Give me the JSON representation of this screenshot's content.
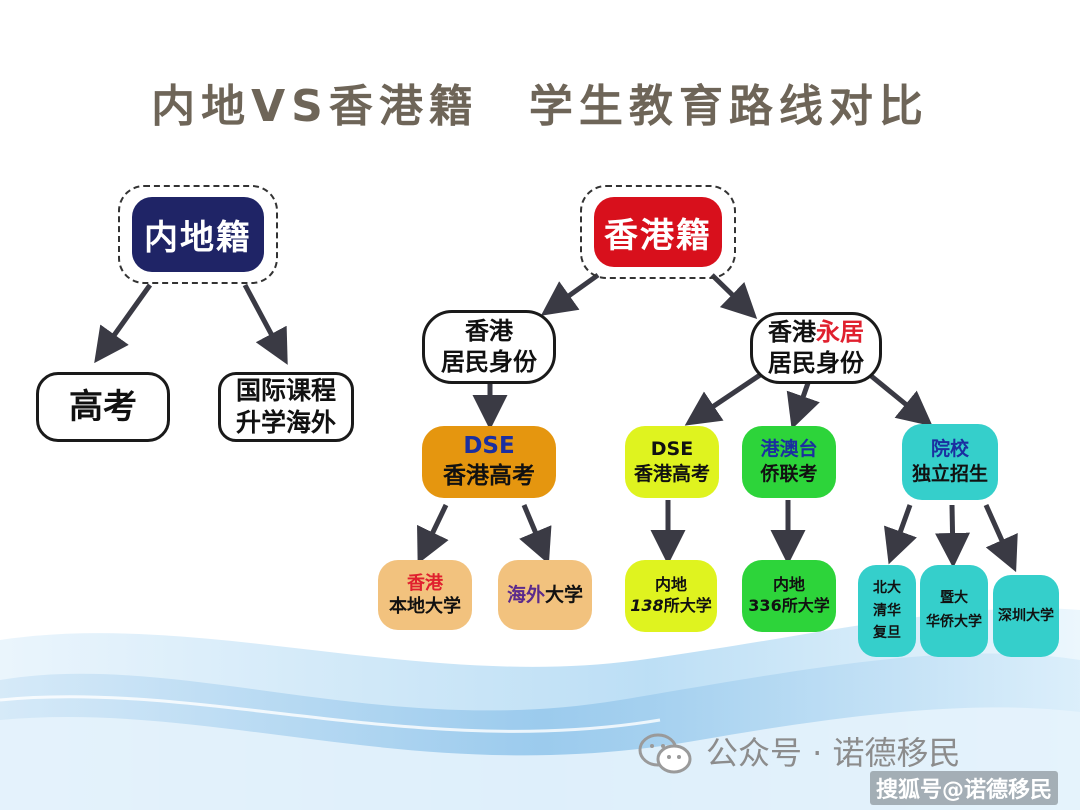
{
  "title": "内地VS香港籍　学生教育路线对比",
  "mainland": {
    "root": "内地籍",
    "gaokao": "高考",
    "intl_line1": "国际课程",
    "intl_line2": "升学海外"
  },
  "hongkong": {
    "root": "香港籍",
    "resident_line1": "香港",
    "resident_line2": "居民身份",
    "permanent_line1_a": "香港",
    "permanent_line1_b": "永居",
    "permanent_line2": "居民身份",
    "dse_main_line1": "DSE",
    "dse_main_line2": "香港高考",
    "dse_local_line1": "香港",
    "dse_local_line2": "本地大学",
    "dse_overseas_a": "海外",
    "dse_overseas_b": "大学",
    "dse_perm_line1": "DSE",
    "dse_perm_line2": "香港高考",
    "dse_perm_target_line1": "内地",
    "dse_perm_target_num": "138",
    "dse_perm_target_suffix": "所大学",
    "gat_line1": "港澳台",
    "gat_line2": "侨联考",
    "gat_target_line1": "内地",
    "gat_target_line2": "336所大学",
    "indep_line1": "院校",
    "indep_line2": "独立招生",
    "indep_t1_l1": "北大",
    "indep_t1_l2": "清华",
    "indep_t1_l3": "复旦",
    "indep_t2_l1": "暨大",
    "indep_t2_l2": "华侨大学",
    "indep_t3": "深圳大学"
  },
  "footer": {
    "wechat_label": "公众号 · 诺德移民",
    "watermark": "搜狐号@诺德移民"
  },
  "colors": {
    "mainland_root": "#1f2466",
    "hk_root": "#d8101c",
    "dse_main": "#e5960f",
    "dse_targets": "#f2c27e",
    "dse_perm": "#dff31f",
    "gat": "#2dd43a",
    "indep": "#35cfcb",
    "title": "#6e6558",
    "arrow": "#3a3a44"
  }
}
